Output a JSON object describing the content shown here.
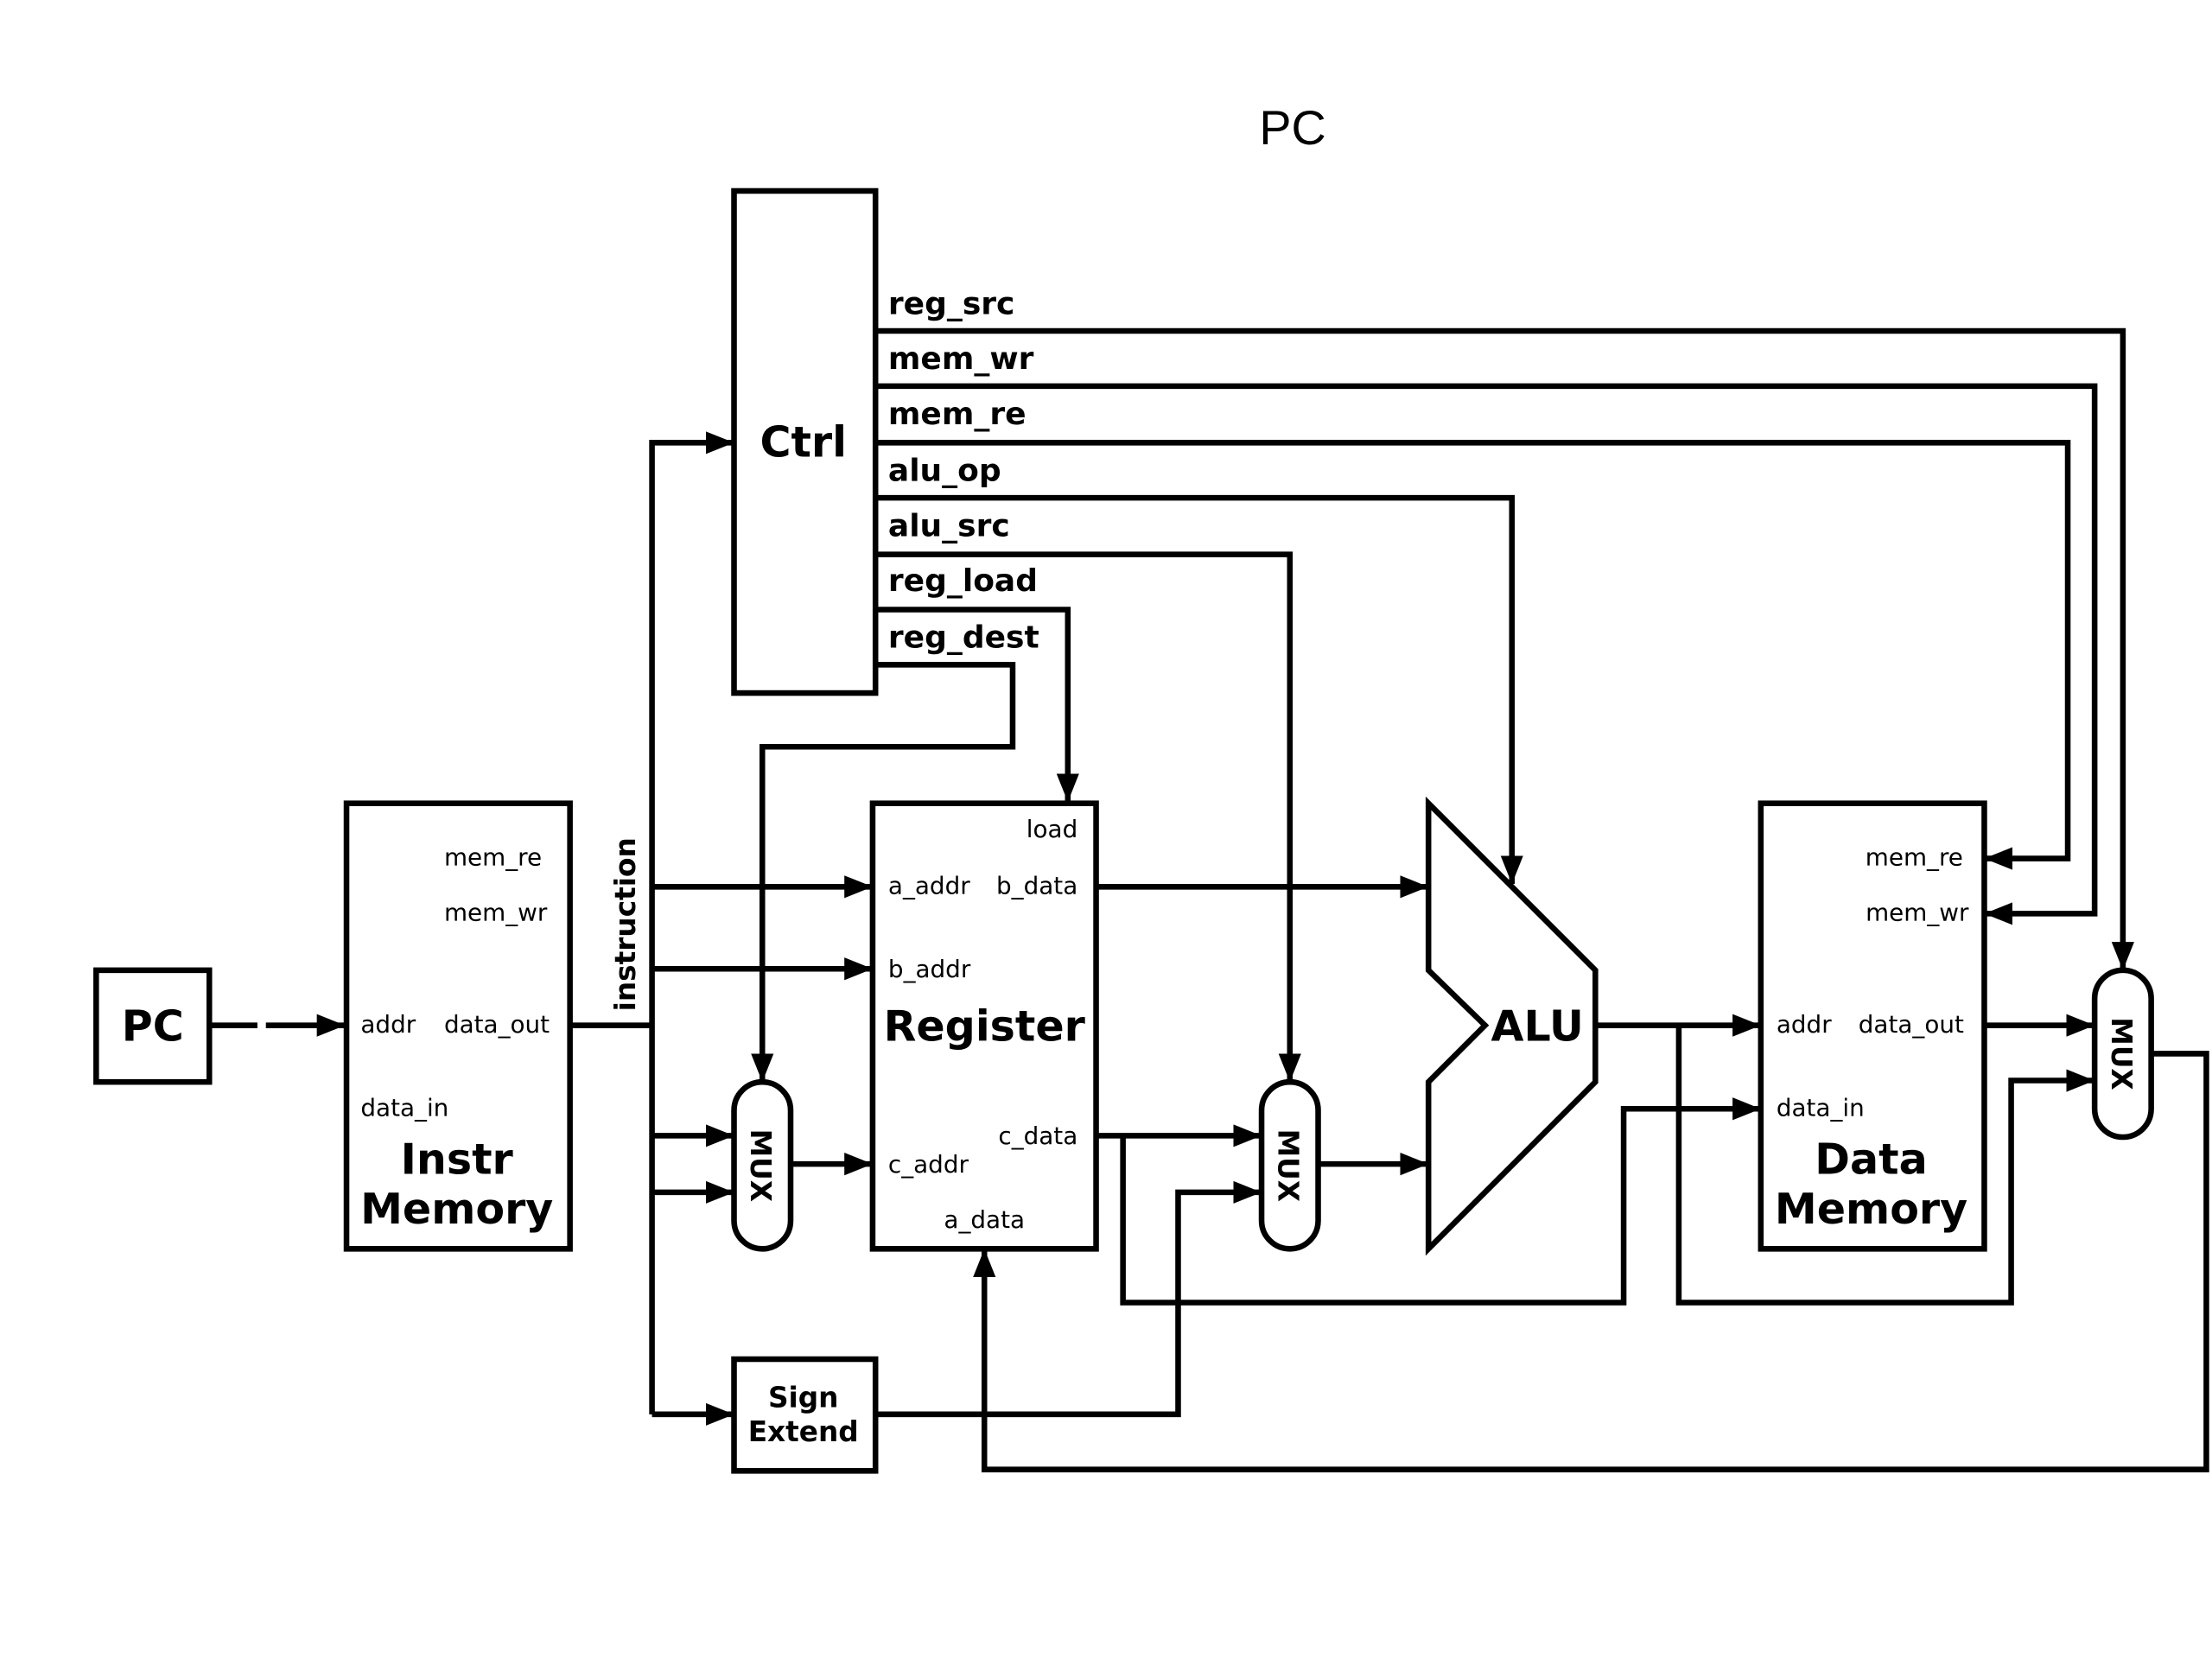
{
  "title": "PC",
  "colors": {
    "stroke": "#000000",
    "background": "#ffffff"
  },
  "blocks": {
    "pc": {
      "label": "PC"
    },
    "ctrl": {
      "label": "Ctrl"
    },
    "instr_memory": {
      "label_line1": "Instr",
      "label_line2": "Memory",
      "ports": {
        "mem_re": "mem_re",
        "mem_wr": "mem_wr",
        "addr": "addr",
        "data_out": "data_out",
        "data_in": "data_in"
      }
    },
    "register": {
      "label": "Register",
      "ports": {
        "load": "load",
        "a_addr": "a_addr",
        "b_data": "b_data",
        "b_addr": "b_addr",
        "c_data": "c_data",
        "c_addr": "c_addr",
        "a_data": "a_data"
      }
    },
    "alu": {
      "label": "ALU"
    },
    "data_memory": {
      "label_line1": "Data",
      "label_line2": "Memory",
      "ports": {
        "mem_re": "mem_re",
        "mem_wr": "mem_wr",
        "addr": "addr",
        "data_out": "data_out",
        "data_in": "data_in"
      }
    },
    "sign_extend": {
      "label_line1": "Sign",
      "label_line2": "Extend"
    },
    "mux_reg_dest": {
      "label": "MUX"
    },
    "mux_alu_src": {
      "label": "MUX"
    },
    "mux_reg_src": {
      "label": "MUX"
    }
  },
  "signals": {
    "instruction": "instruction",
    "ctrl_outputs": [
      "reg_src",
      "mem_wr",
      "mem_re",
      "alu_op",
      "alu_src",
      "reg_load",
      "reg_dest"
    ]
  }
}
